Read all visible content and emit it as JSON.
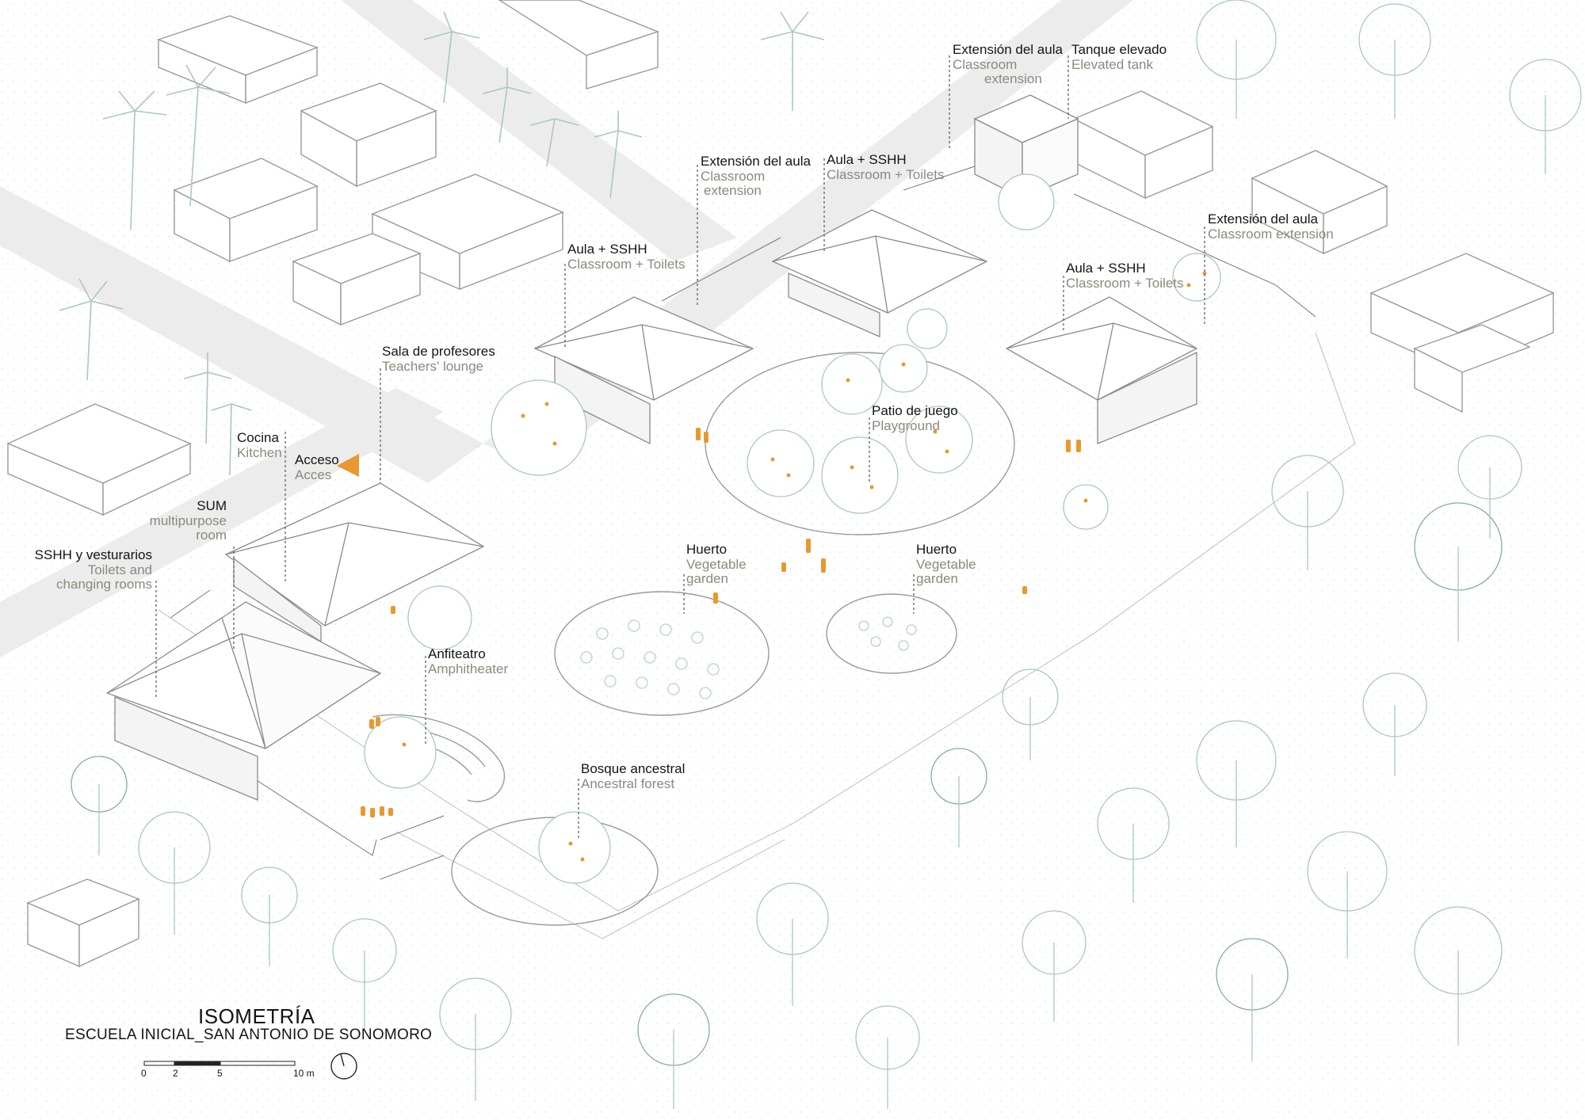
{
  "title": "ISOMETRÍA",
  "subtitle": "ESCUELA INICIAL_SAN ANTONIO DE SONOMORO",
  "scale_bar": {
    "ticks": [
      "0",
      "2",
      "5",
      "10 m"
    ]
  },
  "colors": {
    "accent": "#e8982f",
    "tree": "#a9c8bd",
    "tree_dark": "#86ad9f",
    "road": "#ececec",
    "line": "#9a9a9a",
    "label_en": "#8a8a7c"
  },
  "labels": {
    "acceso": {
      "es": "Acceso",
      "en": "Acces"
    },
    "cocina": {
      "es": "Cocina",
      "en": "Kitchen"
    },
    "sum": {
      "es": "SUM",
      "en": "multipurpose",
      "en2": "room"
    },
    "sshh_vest": {
      "es": "SSHH y vesturarios",
      "en": "Toilets and",
      "en2": "changing rooms"
    },
    "sala_prof": {
      "es": "Sala de profesores",
      "en": "Teachers' lounge"
    },
    "aula1": {
      "es": "Aula + SSHH",
      "en": "Classroom + Toilets"
    },
    "ext1": {
      "es": "Extensión del aula",
      "en": "Classroom",
      "en2": "extension"
    },
    "aula2": {
      "es": "Aula + SSHH",
      "en": "Classroom + Toilets"
    },
    "ext2": {
      "es": "Extensión del aula",
      "en": "Classroom",
      "en2": "extension"
    },
    "tanque": {
      "es": "Tanque elevado",
      "en": "Elevated tank"
    },
    "ext3": {
      "es": "Extensión del aula",
      "en": "Classroom extension"
    },
    "aula3": {
      "es": "Aula + SSHH",
      "en": "Classroom + Toilets"
    },
    "patio": {
      "es": "Patio de juego",
      "en": "Playground"
    },
    "huerto1": {
      "es": "Huerto",
      "en": "Vegetable",
      "en2": "garden"
    },
    "huerto2": {
      "es": "Huerto",
      "en": "Vegetable",
      "en2": "garden"
    },
    "anfiteatro": {
      "es": "Anfiteatro",
      "en": "Amphitheater"
    },
    "bosque": {
      "es": "Bosque ancestral",
      "en": "Ancestral forest"
    }
  }
}
